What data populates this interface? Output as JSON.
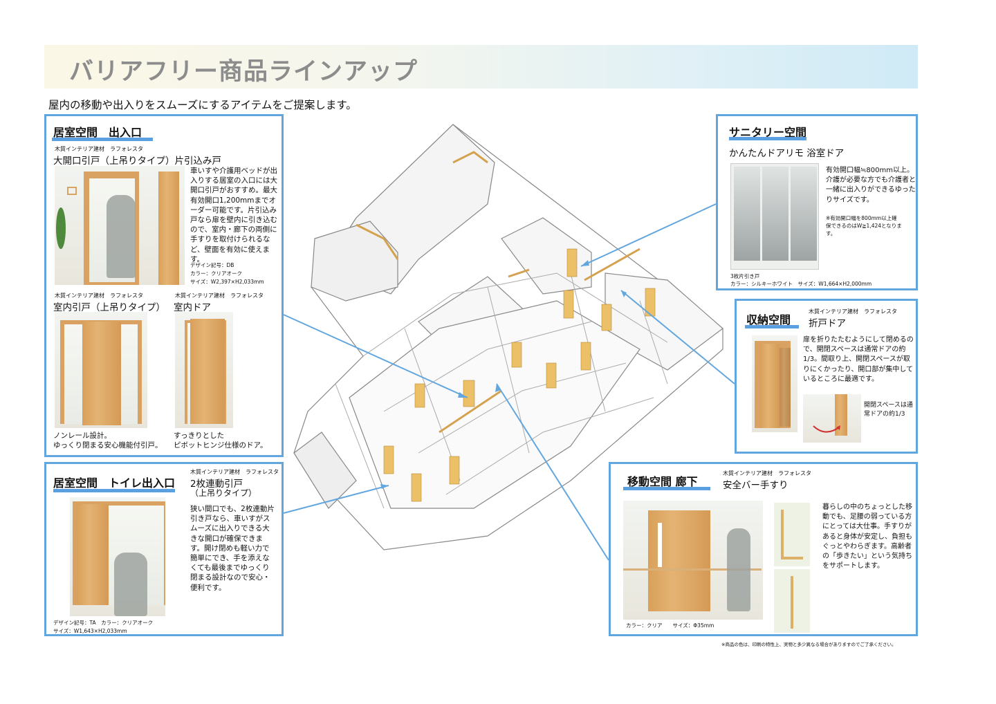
{
  "header": {
    "title": "バリアフリー商品ラインアップ",
    "subtitle": "屋内の移動や出入りをスムーズにするアイテムをご提案します。"
  },
  "panel_room_entrance": {
    "title": "居室空間　出入口",
    "main": {
      "maker": "木質インテリア建材　ラフォレスタ",
      "name": "大開口引戸（上吊りタイプ）片引込み戸",
      "description": "車いすや介護用ベッドが出入りする居室の入口には大開口引戸がおすすめ。最大有効開口1,200mmまでオーダー可能です。片引込み戸なら扉を壁内に引き込むので、室内・廊下の両側に手すりを取付けられるなど、壁面を有効に使えます。",
      "spec_design": "デザイン記号：DB",
      "spec_color": "カラー：クリアオーク",
      "spec_size": "サイズ：W2,397×H2,033mm"
    },
    "sub1": {
      "maker": "木質インテリア建材　ラフォレスタ",
      "name": "室内引戸（上吊りタイプ）",
      "caption1": "ノンレール設計。",
      "caption2": "ゆっくり閉まる安心機能付引戸。"
    },
    "sub2": {
      "maker": "木質インテリア建材　ラフォレスタ",
      "name": "室内ドア",
      "caption1": "すっきりとした",
      "caption2": "ピボットヒンジ仕様のドア。"
    }
  },
  "panel_toilet": {
    "title": "居室空間　トイレ出入口",
    "maker": "木質インテリア建材　ラフォレスタ",
    "name1": "2枚連動引戸",
    "name2": "（上吊りタイプ）",
    "description": "狭い間口でも、2枚連動片引き戸なら、車いすがスムーズに出入りできる大きな開口が確保できます。開け閉めも軽い力で簡単にでき、手を添えなくても最後までゆっくり閉まる設計なので安心・便利です。",
    "spec1": "デザイン記号：TA　カラー：クリアオーク",
    "spec2": "サイズ：W1,643×H2,033mm"
  },
  "panel_sanitary": {
    "title": "サニタリー空間",
    "name": "かんたんドアリモ 浴室ドア",
    "description": "有効開口幅≒800mm以上。介護が必要な方でも介護者と一緒に出入りができるゆったりサイズです。",
    "note": "※有効開口幅を800mm以上確保できるのはW≧1,424となります。",
    "type": "3枚片引き戸",
    "spec": "カラー：シルキーホワイト　サイズ：W1,664×H2,000mm"
  },
  "panel_storage": {
    "title": "収納空間",
    "maker": "木質インテリア建材　ラフォレスタ",
    "name": "折戸ドア",
    "description": "扉を折りたたむようにして閉めるので、開閉スペースは通常ドアの約1/3。間取り上、開閉スペースが取りにくかったり、開口部が集中しているところに最適です。",
    "caption": "開閉スペースは通常ドアの約1/3"
  },
  "panel_corridor": {
    "title": "移動空間 廊下",
    "maker": "木質インテリア建材　ラフォレスタ",
    "name": "安全バー手すり",
    "description": "暮らしの中のちょっとした移動でも、足腰の弱っている方にとっては大仕事。手すりがあると身体が安定し、負担もぐっとやわらぎます。高齢者の「歩きたい」という気持ちをサポートします。",
    "spec": "カラー：クリア　　サイズ：Φ35mm"
  },
  "footer_note": "※商品の色は、印刷の特性上、実物と多少異なる場合がありますのでご了承ください。",
  "colors": {
    "accent": "#5aa0e0",
    "wood": "#dca866"
  }
}
